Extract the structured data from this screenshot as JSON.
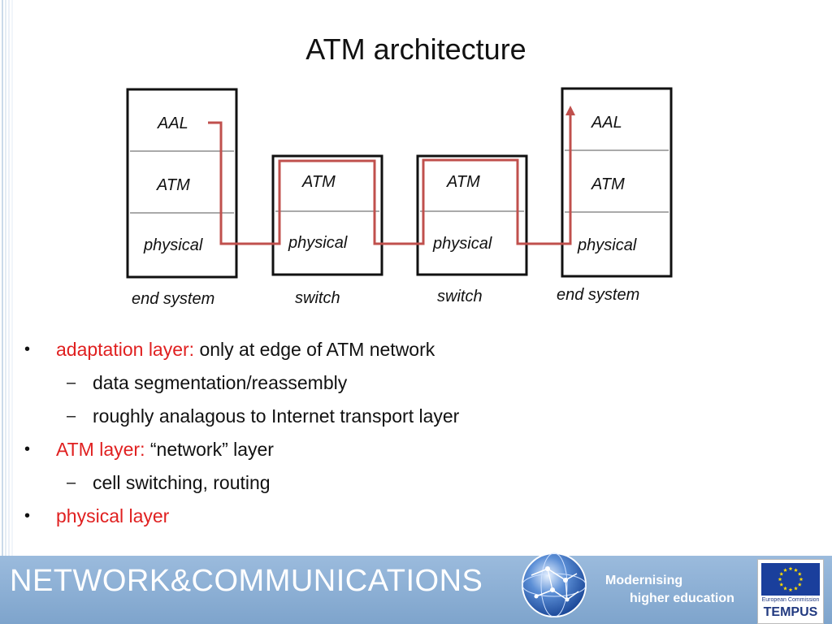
{
  "title": "ATM architecture",
  "diagram": {
    "nodes": [
      {
        "layers": [
          "AAL",
          "ATM",
          "physical"
        ],
        "caption": "end system"
      },
      {
        "layers": [
          "ATM",
          "physical"
        ],
        "caption": "switch"
      },
      {
        "layers": [
          "ATM",
          "physical"
        ],
        "caption": "switch"
      },
      {
        "layers": [
          "AAL",
          "ATM",
          "physical"
        ],
        "caption": "end system"
      }
    ],
    "path_color": "#c0504d"
  },
  "bullets": [
    {
      "level": 1,
      "highlight": "adaptation layer:",
      "text": " only at edge of ATM network"
    },
    {
      "level": 2,
      "text": "data segmentation/reassembly"
    },
    {
      "level": 2,
      "text": "roughly analagous to Internet transport layer"
    },
    {
      "level": 1,
      "highlight": "ATM layer:",
      "text": " “network” layer"
    },
    {
      "level": 2,
      "text": "cell switching, routing"
    },
    {
      "level": 1,
      "highlight": "physical layer",
      "text": ""
    }
  ],
  "bullet_glyph": "•",
  "sub_glyph": "–",
  "footer": {
    "brand": "NETWORK&COMMUNICATIONS",
    "tagline_line1": "Modernising",
    "tagline_line2": "higher education",
    "eu_small": "European Commission",
    "eu_big": "TEMPUS",
    "icons": [
      "globe-icon",
      "eu-flag-icon"
    ]
  },
  "colors": {
    "highlight": "#e02020",
    "footer_bg": "#8fb0d6",
    "flag_blue": "#1a3f9c",
    "flag_star": "#ffdd00"
  }
}
